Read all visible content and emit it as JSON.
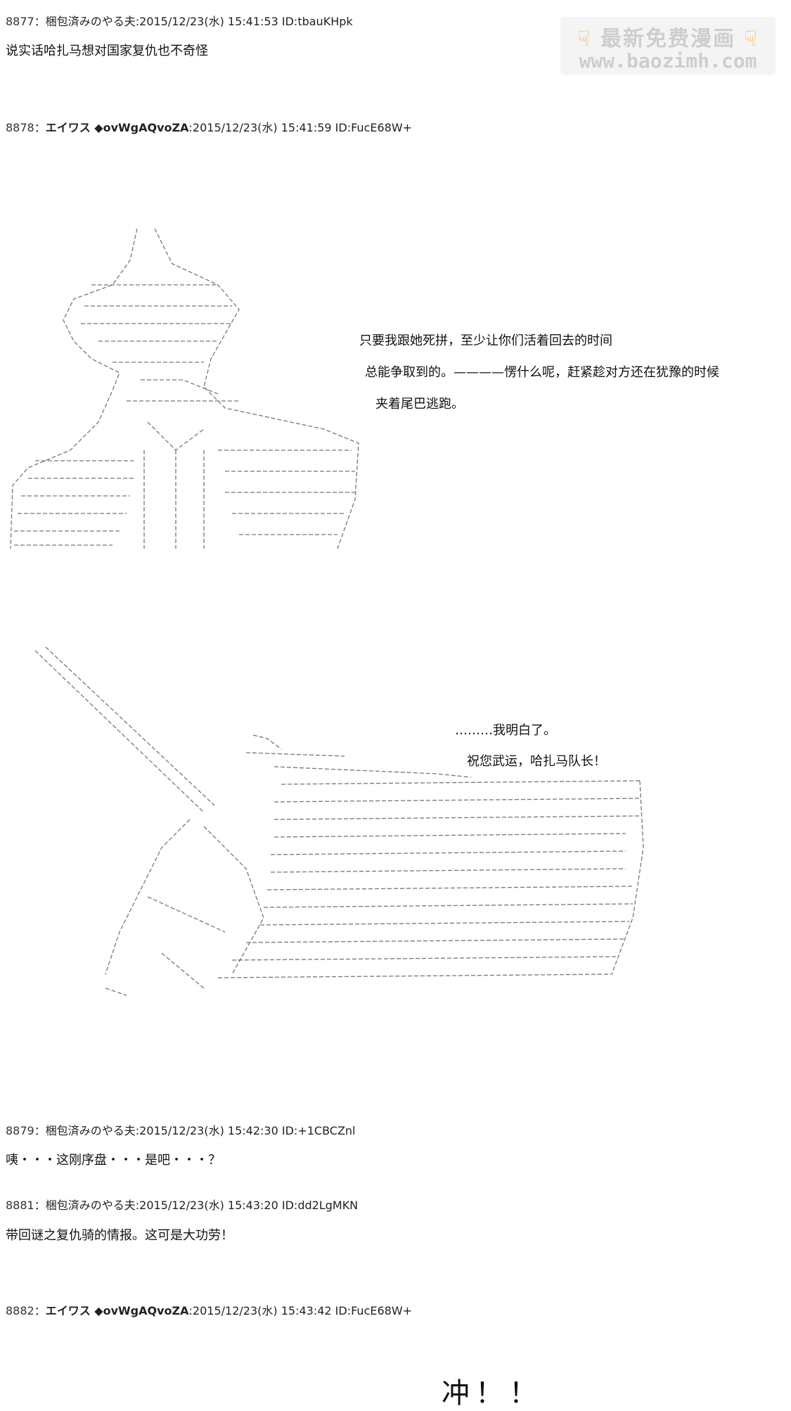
{
  "watermark": {
    "line1": "最新免费漫画",
    "line2": "www.baozimh.com",
    "hand_icon": "pointing-hand-icon"
  },
  "posts": [
    {
      "num": "8877",
      "sep": "：",
      "name": "梱包済みのやる夫",
      "date": "2015/12/23(水) 15:41:53",
      "id": "ID:tbauKHpk",
      "body": "说实话哈扎马想对国家复仇也不奇怪"
    },
    {
      "num": "8878",
      "sep": "：",
      "name": "エイワス ◆ovWgAQvoZA",
      "date": "2015/12/23(水) 15:41:59",
      "id": "ID:FucE68W+"
    },
    {
      "num": "8879",
      "sep": "：",
      "name": "梱包済みのやる夫",
      "date": "2015/12/23(水) 15:42:30",
      "id": "ID:+1CBCZnl",
      "body": "咦・・・这刚序盘・・・是吧・・・？"
    },
    {
      "num": "8881",
      "sep": "：",
      "name": "梱包済みのやる夫",
      "date": "2015/12/23(水) 15:43:20",
      "id": "ID:dd2LgMKN",
      "body": "带回谜之复仇骑的情报。这可是大功劳！"
    },
    {
      "num": "8882",
      "sep": "：",
      "name": "エイワス ◆ovWgAQvoZA",
      "date": "2015/12/23(水) 15:43:42",
      "id": "ID:FucE68W+"
    }
  ],
  "scene1": {
    "lines": [
      "只要我跟她死拼，至少让你们活着回去的时间",
      "总能争取到的。————愣什么呢，赶紧趁对方还在犹豫的时候",
      "夹着尾巴逃跑。"
    ]
  },
  "scene2": {
    "lines": [
      "………我明白了。",
      "祝您武运，哈扎马队长！"
    ]
  },
  "final": {
    "shout": "冲！！"
  }
}
